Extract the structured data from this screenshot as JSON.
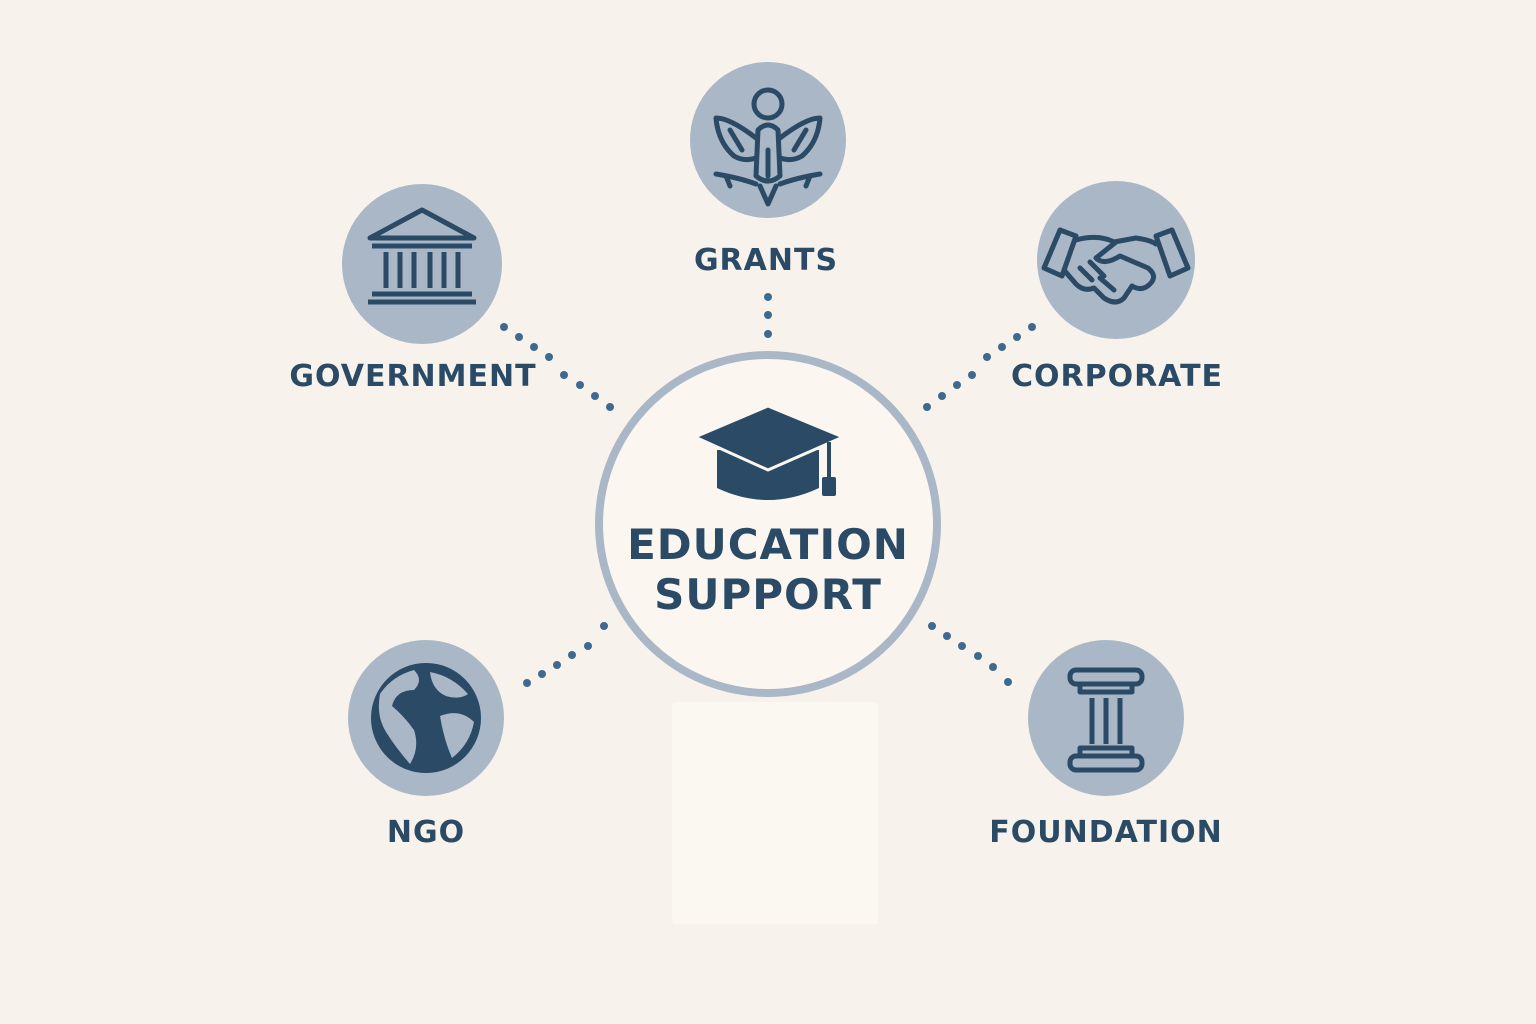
{
  "center": {
    "line1": "EDUCATION",
    "line2": "SUPPORT",
    "icon": "graduation-cap-icon"
  },
  "nodes": [
    {
      "id": "grants",
      "label": "GRANTS",
      "icon": "eagle-emblem-icon"
    },
    {
      "id": "government",
      "label": "GOVERNMENT",
      "icon": "government-building-icon"
    },
    {
      "id": "corporate",
      "label": "CORPORATE",
      "icon": "handshake-icon"
    },
    {
      "id": "ngo",
      "label": "NGO",
      "icon": "globe-icon"
    },
    {
      "id": "foundation",
      "label": "FOUNDATION",
      "icon": "pillar-icon"
    }
  ],
  "colors": {
    "background": "#f7f3ec",
    "node_fill": "#a9b7c6",
    "icon_dark": "#2b4a66",
    "center_ring": "#a9b7c6",
    "center_fill": "#fbf7f0",
    "connector": "#3f6a8f"
  }
}
